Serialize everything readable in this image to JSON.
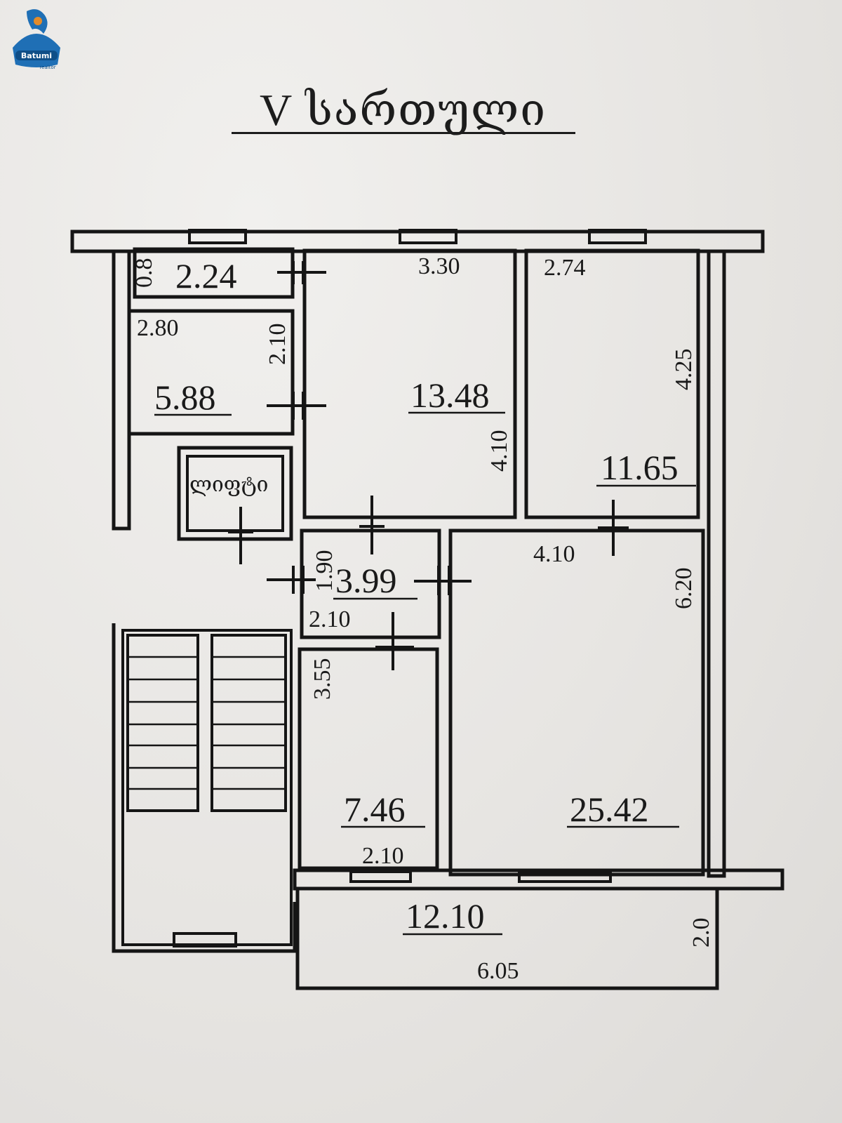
{
  "title": "V სართული",
  "logo": {
    "text": "Batumi",
    "subtext": "realtor",
    "accent": "#1f6fb5",
    "secondary": "#e38b2a"
  },
  "rooms": {
    "storage": {
      "area": "2.24",
      "dim_side": "0.8"
    },
    "bathroom": {
      "area": "5.88",
      "dim_top": "2.80",
      "dim_side": "2.10"
    },
    "room_a": {
      "area": "13.48",
      "dim_top": "3.30",
      "dim_side": "4.10"
    },
    "room_b": {
      "area": "11.65",
      "dim_top": "2.74",
      "dim_side": "4.25"
    },
    "elevator": {
      "label": "ლიფტი"
    },
    "hall": {
      "area": "3.99",
      "dim_side": "1.90",
      "dim_bottom": "2.10"
    },
    "kitchen": {
      "area": "7.46",
      "dim_side": "3.55",
      "dim_bottom": "2.10"
    },
    "living": {
      "area": "25.42",
      "dim_top": "4.10",
      "dim_side": "6.20"
    },
    "balcony": {
      "area": "12.10",
      "dim_bottom": "6.05",
      "dim_side": "2.0"
    }
  },
  "colors": {
    "ink": "#151515",
    "paper": "#ecebe8"
  }
}
